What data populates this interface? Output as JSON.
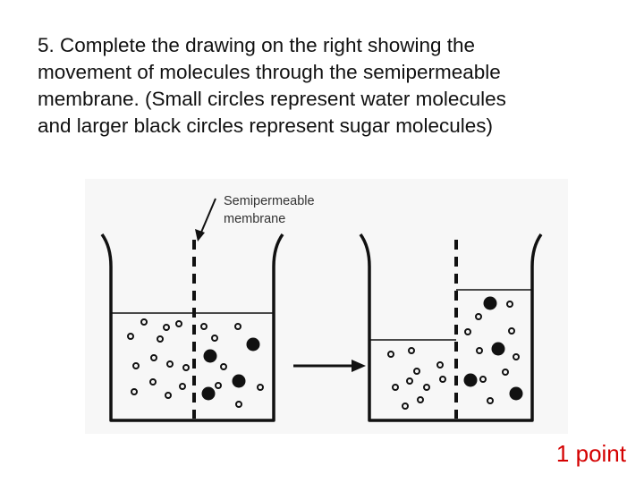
{
  "question": {
    "lines": [
      "5. Complete the drawing on the right showing the",
      "movement of molecules through the semipermeable",
      "membrane.  (Small circles represent water molecules",
      "and larger black circles represent sugar molecules)"
    ]
  },
  "diagram": {
    "membrane_label": [
      "Semipermeable",
      "membrane"
    ]
  },
  "points": "1 point",
  "colors": {
    "points": "#d40000",
    "ink": "#111111"
  }
}
